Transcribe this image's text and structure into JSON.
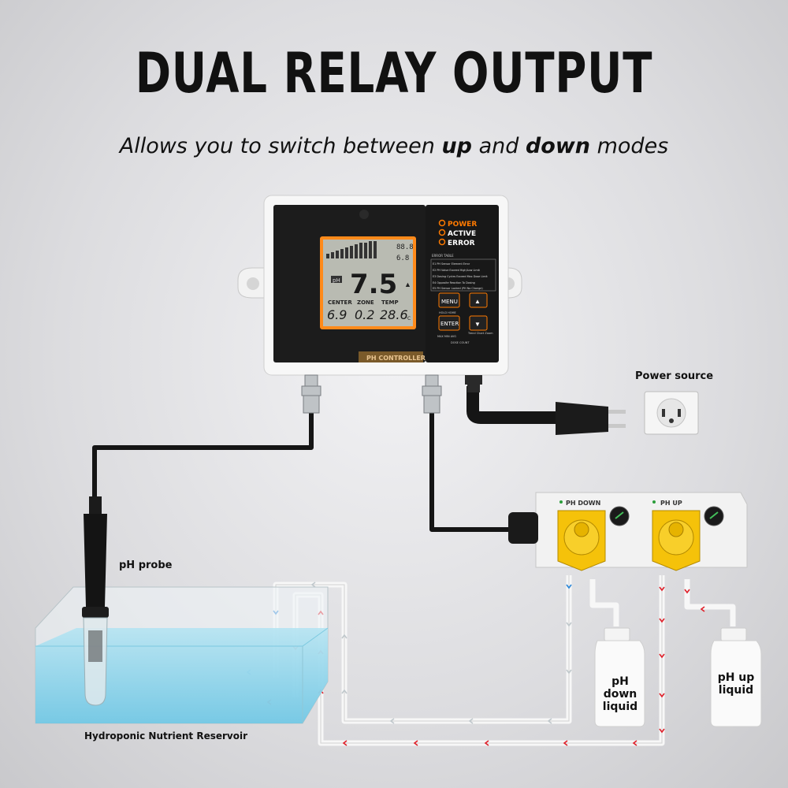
{
  "title": "DUAL RELAY OUTPUT",
  "subtitle": {
    "prefix": "Allows you to switch between ",
    "bold1": "up",
    "middle": " and ",
    "bold2": "down",
    "suffix": " modes"
  },
  "controller": {
    "leds": [
      "POWER",
      "ACTIVE",
      "ERROR"
    ],
    "led_colors": [
      "#ff7a00",
      "#ff7a00",
      "#ff7a00"
    ],
    "error_table_title": "ERROR TABLE",
    "errors": [
      "E1  PH Sensor Element Error",
      "E2  PH Value Exceed High/Low Limit",
      "E3  Dosing Cycles Exceed Max Dose Limit",
      "E4  Opposite Reaction To Dosing",
      "E5  PH Sensor Locked (PH No Change)"
    ],
    "buttons": {
      "menu": "MENU",
      "enter": "ENTER",
      "up": "▲",
      "down": "▼"
    },
    "small_labels": {
      "hold_home": "HOLD HOME",
      "trend": "Trend Chart Zoom",
      "dose_count": "DOSE COUNT",
      "max_min_avg": "MAX MIN AVG"
    },
    "brand_label": "PH CONTROLLER",
    "display": {
      "main_value": "7.5",
      "ph_tag": "pH",
      "top_right_a": "88.8",
      "top_right_b": "6.8",
      "labels": [
        "CENTER",
        "ZONE",
        "TEMP"
      ],
      "values": [
        "6.9",
        "0.2",
        "28.6"
      ],
      "temp_unit": "°C"
    }
  },
  "dosing_unit": {
    "left_label": "PH DOWN",
    "right_label": "PH UP"
  },
  "labels": {
    "power_source": "Power source",
    "ph_probe": "pH probe",
    "reservoir": "Hydroponic Nutrient Reservoir",
    "ph_down_liquid": "pH down liquid",
    "ph_up_liquid": "pH up liquid"
  },
  "colors": {
    "accent": "#ff7a00",
    "pump_yellow": "#f5c20a",
    "flow_red": "#e0202a",
    "flow_blue": "#2a86d8",
    "water": "#8fd4ea"
  }
}
